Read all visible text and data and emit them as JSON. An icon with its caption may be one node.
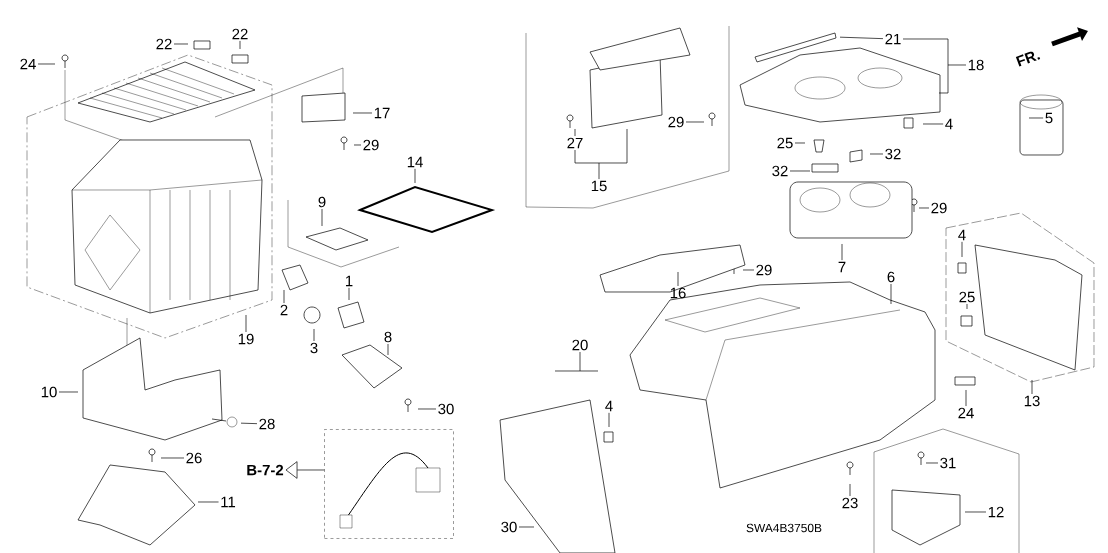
{
  "diagram": {
    "nodes": [
      {
        "text": [
          "24"
        ]
      },
      {
        "text": [
          "22"
        ]
      },
      {
        "text": [
          "22"
        ]
      },
      {
        "text": [
          "17"
        ]
      },
      {
        "text": [
          "29"
        ]
      },
      {
        "text": [
          "14"
        ]
      },
      {
        "text": [
          "9"
        ]
      },
      {
        "text": [
          "1"
        ]
      },
      {
        "text": [
          "2"
        ]
      },
      {
        "text": [
          "19"
        ]
      },
      {
        "text": [
          "3"
        ]
      },
      {
        "text": [
          "8"
        ]
      },
      {
        "text": [
          "10"
        ]
      },
      {
        "text": [
          "28"
        ]
      },
      {
        "text": [
          "30"
        ]
      },
      {
        "text": [
          "26"
        ]
      },
      {
        "text": [
          "B-7-2"
        ]
      },
      {
        "text": [],
        "shape": "box"
      },
      {
        "text": [
          "11"
        ]
      },
      {
        "text": [
          "30"
        ]
      },
      {
        "text": [
          "27"
        ]
      },
      {
        "text": [
          "29"
        ]
      },
      {
        "text": [
          "15"
        ]
      },
      {
        "text": [
          "21"
        ]
      },
      {
        "text": [
          "18"
        ]
      },
      {
        "text": [
          "5"
        ]
      },
      {
        "text": [
          "4"
        ]
      },
      {
        "text": [
          "25"
        ]
      },
      {
        "text": [
          "32"
        ]
      },
      {
        "text": [
          "32"
        ]
      },
      {
        "text": [
          "29"
        ]
      },
      {
        "text": [
          "7"
        ]
      },
      {
        "text": [
          "16"
        ]
      },
      {
        "text": [
          "29"
        ]
      },
      {
        "text": [
          "6"
        ]
      },
      {
        "text": [
          "20"
        ]
      },
      {
        "text": [
          "4"
        ]
      },
      {
        "text": [
          "4"
        ]
      },
      {
        "text": [
          "25"
        ]
      },
      {
        "text": [
          "13"
        ]
      },
      {
        "text": [
          "24"
        ]
      },
      {
        "text": [
          "23"
        ]
      },
      {
        "text": [
          "31"
        ]
      },
      {
        "text": [
          "12"
        ]
      }
    ],
    "edges": [
      {
        "from": 0,
        "to": null,
        "arrow": "none"
      },
      {
        "from": 1,
        "to": null,
        "arrow": "none"
      },
      {
        "from": 2,
        "to": null,
        "arrow": "none"
      },
      {
        "from": 3,
        "to": null,
        "arrow": "none"
      },
      {
        "from": 4,
        "to": null,
        "arrow": "none"
      },
      {
        "from": 5,
        "to": null,
        "arrow": "none"
      },
      {
        "from": 6,
        "to": null,
        "arrow": "none"
      },
      {
        "from": 7,
        "to": null,
        "arrow": "none"
      },
      {
        "from": 8,
        "to": null,
        "arrow": "none"
      },
      {
        "from": 9,
        "to": null,
        "arrow": "none"
      },
      {
        "from": 10,
        "to": null,
        "arrow": "none"
      },
      {
        "from": 11,
        "to": null,
        "arrow": "none"
      },
      {
        "from": 12,
        "to": null,
        "arrow": "none"
      },
      {
        "from": 13,
        "to": null,
        "arrow": "none"
      },
      {
        "from": 14,
        "to": null,
        "arrow": "none"
      },
      {
        "from": 15,
        "to": null,
        "arrow": "none"
      },
      {
        "from": 18,
        "to": null,
        "arrow": "none"
      },
      {
        "from": 19,
        "to": null,
        "arrow": "none"
      },
      {
        "from": 20,
        "to": null,
        "arrow": "none"
      },
      {
        "from": 21,
        "to": null,
        "arrow": "none"
      },
      {
        "from": 22,
        "to": null,
        "arrow": "none"
      },
      {
        "from": 23,
        "to": null,
        "arrow": "none"
      },
      {
        "from": 24,
        "to": 23,
        "arrow": "none"
      },
      {
        "from": 25,
        "to": null,
        "arrow": "none"
      },
      {
        "from": 26,
        "to": null,
        "arrow": "none"
      },
      {
        "from": 27,
        "to": null,
        "arrow": "none"
      },
      {
        "from": 28,
        "to": null,
        "arrow": "none"
      },
      {
        "from": 29,
        "to": null,
        "arrow": "none"
      },
      {
        "from": 30,
        "to": null,
        "arrow": "none"
      },
      {
        "from": 31,
        "to": null,
        "arrow": "none"
      },
      {
        "from": 32,
        "to": null,
        "arrow": "none"
      },
      {
        "from": 33,
        "to": null,
        "arrow": "none"
      },
      {
        "from": 34,
        "to": null,
        "arrow": "none"
      },
      {
        "from": 35,
        "to": null,
        "arrow": "none"
      },
      {
        "from": 36,
        "to": null,
        "arrow": "none"
      },
      {
        "from": 37,
        "to": null,
        "arrow": "none"
      },
      {
        "from": 38,
        "to": null,
        "arrow": "none"
      },
      {
        "from": 39,
        "to": null,
        "arrow": "none"
      },
      {
        "from": 40,
        "to": null,
        "arrow": "none"
      },
      {
        "from": 41,
        "to": null,
        "arrow": "none"
      },
      {
        "from": 42,
        "to": null,
        "arrow": "none"
      },
      {
        "from": 43,
        "to": null,
        "arrow": "none"
      },
      {
        "from": 17,
        "to": 16,
        "arrow": "to"
      }
    ],
    "labels": [
      "FR.",
      "SWA4B3750B"
    ]
  }
}
